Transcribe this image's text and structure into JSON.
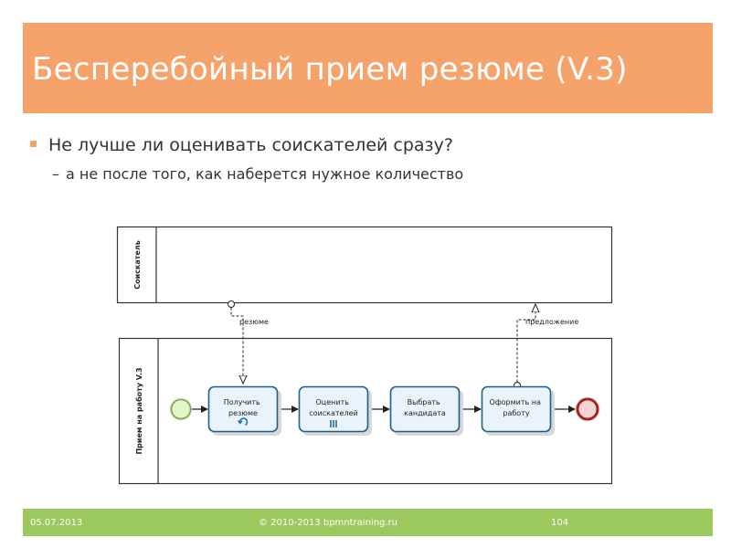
{
  "slide": {
    "title": "Бесперебойный прием резюме (V.3)",
    "bullet": "Не лучше ли оценивать соискателей сразу?",
    "sub_bullet": "а не после того, как наберется нужное количество",
    "sub_bullet_marker": "–"
  },
  "diagram": {
    "pool_top_label": "Соискатель",
    "pool_bottom_label": "Прием на работу V.3",
    "message_in_label": "резюме",
    "message_out_label": "предложение",
    "tasks": [
      {
        "line1": "Получить",
        "line2": "резюме"
      },
      {
        "line1": "Оценить",
        "line2": "соискателей"
      },
      {
        "line1": "Выбрать",
        "line2": "кандидата"
      },
      {
        "line1": "Оформить на",
        "line2": "работу"
      }
    ],
    "colors": {
      "task_border": "#1c5f8f",
      "task_fill": "#eaf3fa",
      "start_fill": "#e4f5c8",
      "start_stroke": "#7aa83c",
      "end_fill": "#f6d3d3",
      "end_stroke": "#a31f1f",
      "marker": "#1a6ab0"
    }
  },
  "footer": {
    "date": "05.07.2013",
    "copyright": "© 2010-2013 bpmntraining.ru",
    "page": "104"
  }
}
